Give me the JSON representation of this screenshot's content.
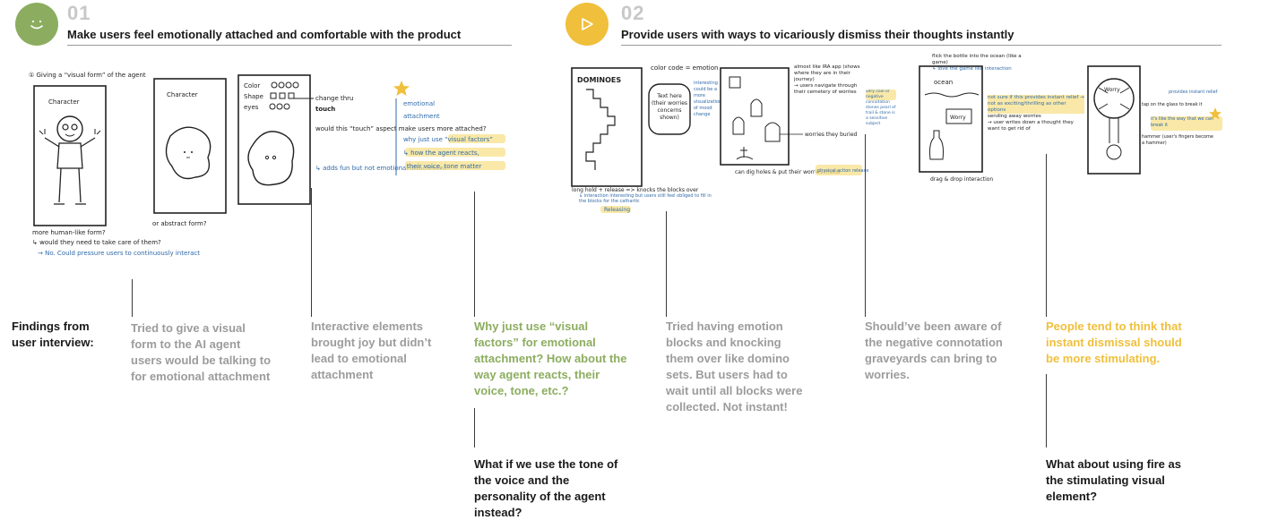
{
  "colors": {
    "green_accent": "#8cad5f",
    "yellow_accent": "#f0bf3b",
    "gray_text": "#9c9c9c",
    "dark_text": "#1a1a1a"
  },
  "sections": [
    {
      "number": "01",
      "icon": "smiley-face-icon",
      "title": "Make users feel emotionally attached and comfortable with the product"
    },
    {
      "number": "02",
      "icon": "play-triangle-icon",
      "title": "Provide users with ways to vicariously dismiss their thoughts instantly"
    }
  ],
  "findings_label": "Findings from user interview:",
  "findings": [
    "Tried to give a visual form to the AI agent users would be talking to for emotional attachment",
    "Interactive elements brought joy but didn’t lead to emotional attachment",
    "Why just use “visual factors” for emotional attachment? How about the way agent reacts, their voice, tone, etc.?",
    "Tried having emotion blocks and knocking them over like domino sets. But users had to wait until all blocks were collected. Not instant!",
    "Should’ve been aware of the negative connotation graveyards can bring to worries.",
    "People tend to think that instant dismissal should be more stimulating."
  ],
  "follow_ups": [
    "What if we use the tone of the voice and the personality of the agent instead?",
    "What about using fire as the stimulating visual element?"
  ],
  "sketch_notes": {
    "s1_top": "① Giving a “visual form” of the agent",
    "s1_label": "Character",
    "s1_bottom_1": "more human-like form?",
    "s1_bottom_2": "↳ would they need to take care of them?",
    "s1_bottom_3": "→ No. Could pressure users to continuously interact",
    "s2_label": "Character",
    "s2_bottom": "or abstract form?",
    "s3_row1": "Color",
    "s3_row2": "Shape",
    "s3_row3": "eyes",
    "s3_note1": "change thru",
    "s3_note2": "touch",
    "s3_note3": "would this “touch” aspect make users more attached?",
    "s3_note4": "↳ adds fun but not emotional attachment",
    "s4_line1": "emotional",
    "s4_line2": "attachment",
    "s4_line3": "why just use “visual factors”",
    "s4_line4": "↳ how the agent reacts,",
    "s4_line5": "their voice, tone matter",
    "s5_title": "DOMINOES",
    "s5_color": "color code = emotion",
    "s5_box": "Text here (their worries concerns shown)",
    "s5_note": "interesting could be a more visualization of mood change",
    "s5_bottom1": "long hold + release => knocks the blocks over",
    "s5_bottom2": "↳ interaction interesting but users still feel obliged to fill in the blocks for the cathartic",
    "s5_bottom3": "Releasing",
    "s6_note1": "almost like IRA app (shows where they are in their journey)",
    "s6_note2": "→ users navigate through their cemetery of worries",
    "s6_note3": "very cool or negative connotation",
    "s6_note4": "stones pearl of trail & stone is a sensitive subject",
    "s6_note5": "worries they buried",
    "s6_bottom": "can dig holes & put their worries inside",
    "s6_bottom_hl": "physical action release",
    "s7_top": "flick the bottle into the ocean (like a game)",
    "s7_top2": "↳ love the game like interaction",
    "s7_ocean": "ocean",
    "s7_worry": "Worry",
    "s7_note1": "not sure if this provides instant relief → not as exciting/thrilling as other options",
    "s7_note2": "sending away worries",
    "s7_note3": "→ user writes down a thought they want to get rid of",
    "s7_bottom": "drag & drop interaction",
    "s8_worry": "Worry",
    "s8_note1": "provides instant relief",
    "s8_note2": "tap on the glass to break it",
    "s8_note3": "it's like the way that we can break it",
    "s8_note4": "hammer (user's fingers become a hammer)"
  }
}
